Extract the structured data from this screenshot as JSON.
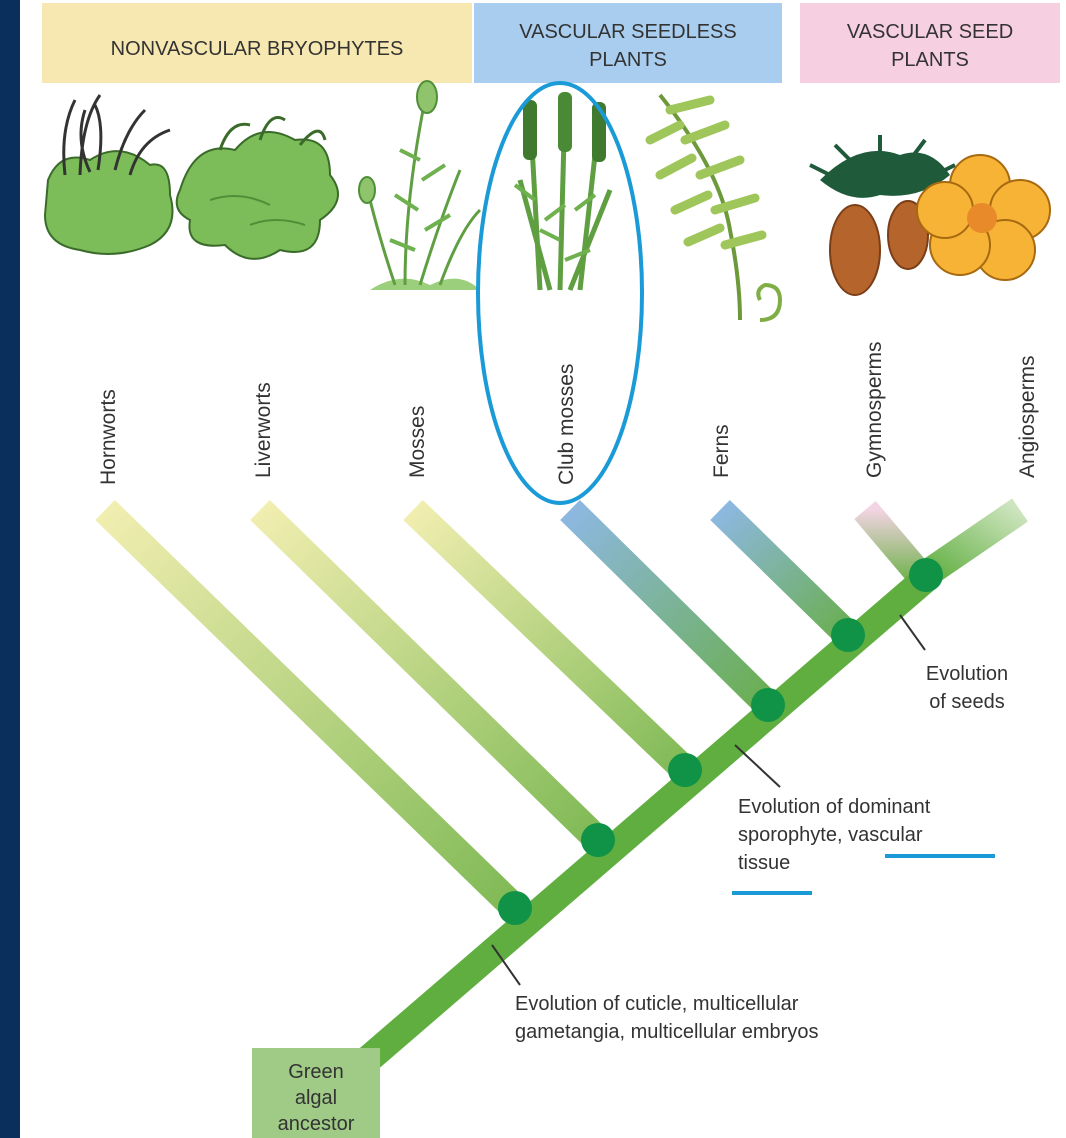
{
  "header": {
    "groups": [
      {
        "name": "nonvascular",
        "lines": [
          "NONVASCULAR BRYOPHYTES"
        ],
        "color": "#f7e8b2"
      },
      {
        "name": "seedless",
        "lines": [
          "VASCULAR SEEDLESS",
          "PLANTS"
        ],
        "color": "#a9cdee"
      },
      {
        "name": "seed",
        "lines": [
          "VASCULAR SEED",
          "PLANTS"
        ],
        "color": "#f6cfe1"
      }
    ]
  },
  "taxa": [
    "Hornworts",
    "Liverworts",
    "Mosses",
    "Club mosses",
    "Ferns",
    "Gymnosperms",
    "Angiosperms"
  ],
  "annotations": {
    "cuticle": [
      "Evolution of cuticle, multicellular",
      "gametangia, multicellular embryos"
    ],
    "vascular": [
      "Evolution of dominant",
      "sporophyte, vascular",
      "tissue"
    ],
    "seeds": [
      "Evolution",
      "of seeds"
    ]
  },
  "ancestor": [
    "Green",
    "algal",
    "ancestor"
  ],
  "colors": {
    "trunk": "#5fae3f",
    "node": "#109247",
    "highlight": "#1a9ad6",
    "ancestor_box": "#9fcb86"
  }
}
